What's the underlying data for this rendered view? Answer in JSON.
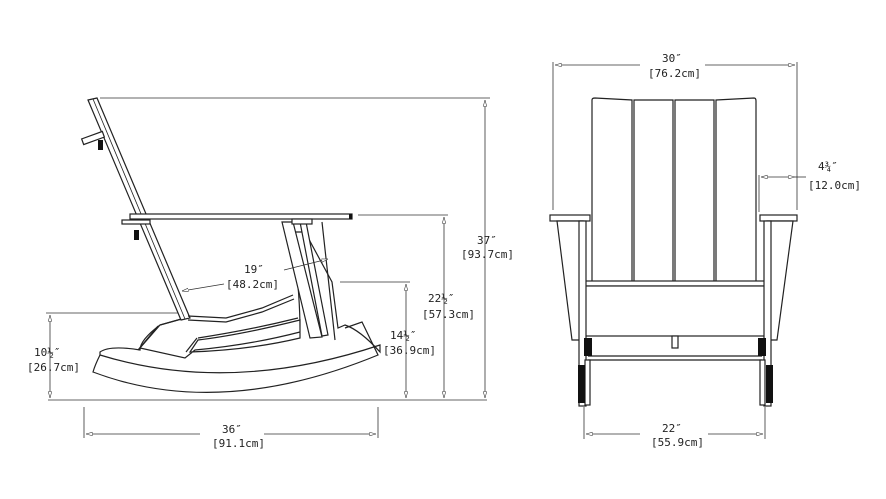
{
  "title": "Rocking chair dimension drawing",
  "side_view": {
    "overall_height": {
      "inches": "37″",
      "cm": "[93.7cm]"
    },
    "arm_height": {
      "inches": "22½″",
      "cm": "[57.3cm]"
    },
    "seat_height_front": {
      "inches": "14½″",
      "cm": "[36.9cm]"
    },
    "seat_height_rear": {
      "inches": "10½″",
      "cm": "[26.7cm]"
    },
    "seat_depth": {
      "inches": "19″",
      "cm": "[48.2cm]"
    },
    "overall_depth": {
      "inches": "36″",
      "cm": "[91.1cm]"
    }
  },
  "front_view": {
    "overall_width": {
      "inches": "30″",
      "cm": "[76.2cm]"
    },
    "arm_width": {
      "inches": "4¾″",
      "cm": "[12.0cm]"
    },
    "rocker_width": {
      "inches": "22″",
      "cm": "[55.9cm]"
    }
  }
}
